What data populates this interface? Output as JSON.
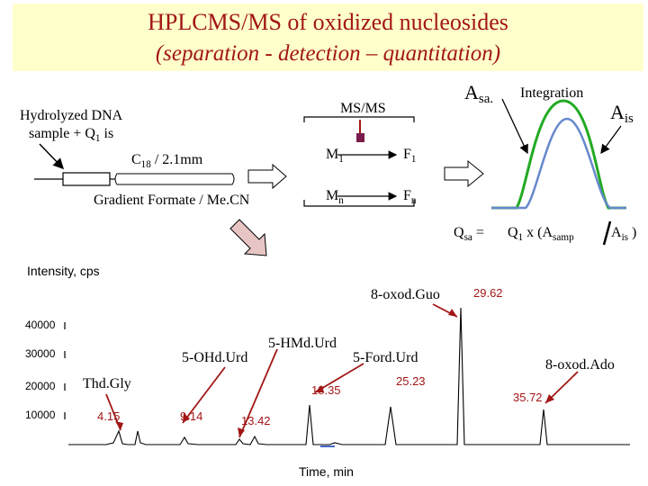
{
  "title": "HPLCMS/MS of oxidized nucleosides",
  "subtitle": "(separation - detection – quantitation)",
  "workflow": {
    "sample_line1": "Hydrolyzed DNA",
    "sample_line2_prefix": "sample  + Q",
    "sample_line2_sub": "1",
    "sample_line2_suffix": " is",
    "column_prefix": "C",
    "column_sub": "18",
    "column_suffix": " / 2.1mm",
    "gradient": "Gradient Formate / Me.CN",
    "msms": "MS/MS",
    "m1": "M",
    "m1_sub": "1",
    "f1": "F",
    "f1_sub": "1",
    "mn": "M",
    "mn_sub": "n",
    "fn": "F",
    "fn_sub": "n",
    "asa": "A",
    "asa_sub": "sa.",
    "integration": "Integration",
    "ais": "A",
    "ais_sub": "is",
    "formula": {
      "q": "Q",
      "q_sub": "sa",
      "eq": " =",
      "q1": "Q",
      "q1_sub": "1",
      "x": " x  (A",
      "samp_sub": "samp",
      "a_is": "A",
      "a_is_sub": "is",
      "close": " )"
    },
    "colors": {
      "arrow": "#a21616",
      "green_curve": "#22aa22",
      "blue_curve": "#6688cc"
    }
  },
  "chromatogram": {
    "ylabel": "Intensity, cps",
    "xlabel": "Time, min",
    "yticks": [
      "40000",
      "30000",
      "20000",
      "10000"
    ],
    "peaks": [
      {
        "name": "Thd.Gly",
        "time": "4.15"
      },
      {
        "name": "5-OHd.Urd",
        "time": "9.14"
      },
      {
        "name": "5-HMd.Urd",
        "time": "13.42"
      },
      {
        "name": "5-Ford.Urd",
        "time": "18.35"
      },
      {
        "name": "8-oxod.Guo",
        "time": "25.23"
      },
      {
        "name": "8-oxod.Ado",
        "time": "29.62"
      },
      {
        "name": "",
        "time": "35.72"
      }
    ]
  }
}
